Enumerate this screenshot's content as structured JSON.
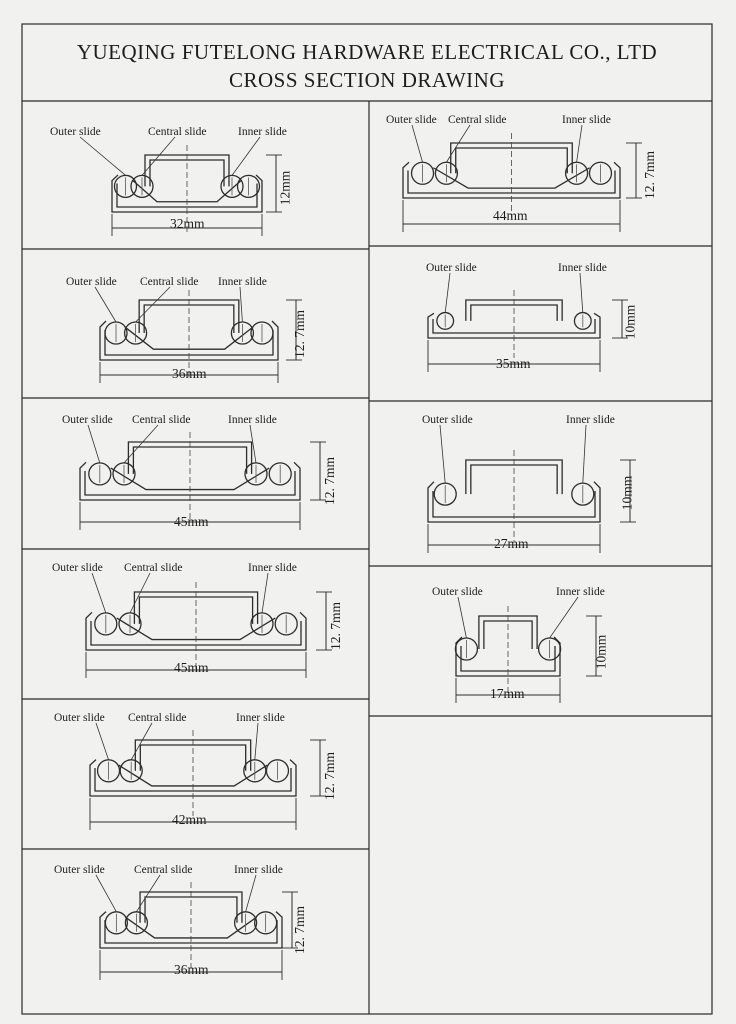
{
  "header": {
    "company": "YUEQING FUTELONG HARDWARE ELECTRICAL CO., LTD",
    "title": "CROSS SECTION DRAWING"
  },
  "labels": {
    "outer": "Outer slide",
    "central": "Central slide",
    "inner": "Inner slide"
  },
  "drawings": [
    {
      "width": "32mm",
      "height": "12mm",
      "parts": [
        "Outer slide",
        "Central slide",
        "Inner slide"
      ]
    },
    {
      "width": "44mm",
      "height": "12. 7mm",
      "parts": [
        "Outer slide",
        "Central slide",
        "Inner slide"
      ]
    },
    {
      "width": "36mm",
      "height": "12. 7mm",
      "parts": [
        "Outer slide",
        "Central slide",
        "Inner slide"
      ]
    },
    {
      "width": "35mm",
      "height": "10mm",
      "parts": [
        "Outer slide",
        "Inner slide"
      ]
    },
    {
      "width": "45mm",
      "height": "12. 7mm",
      "parts": [
        "Outer slide",
        "Central slide",
        "Inner slide"
      ]
    },
    {
      "width": "27mm",
      "height": "10mm",
      "parts": [
        "Outer slide",
        "Inner slide"
      ]
    },
    {
      "width": "45mm",
      "height": "12. 7mm",
      "parts": [
        "Outer slide",
        "Central slide",
        "Inner slide"
      ]
    },
    {
      "width": "17mm",
      "height": "10mm",
      "parts": [
        "Outer slide",
        "Inner slide"
      ]
    },
    {
      "width": "42mm",
      "height": "12. 7mm",
      "parts": [
        "Outer slide",
        "Central slide",
        "Inner slide"
      ]
    },
    {
      "width": "36mm",
      "height": "12. 7mm",
      "parts": [
        "Outer slide",
        "Central slide",
        "Inner slide"
      ]
    }
  ]
}
